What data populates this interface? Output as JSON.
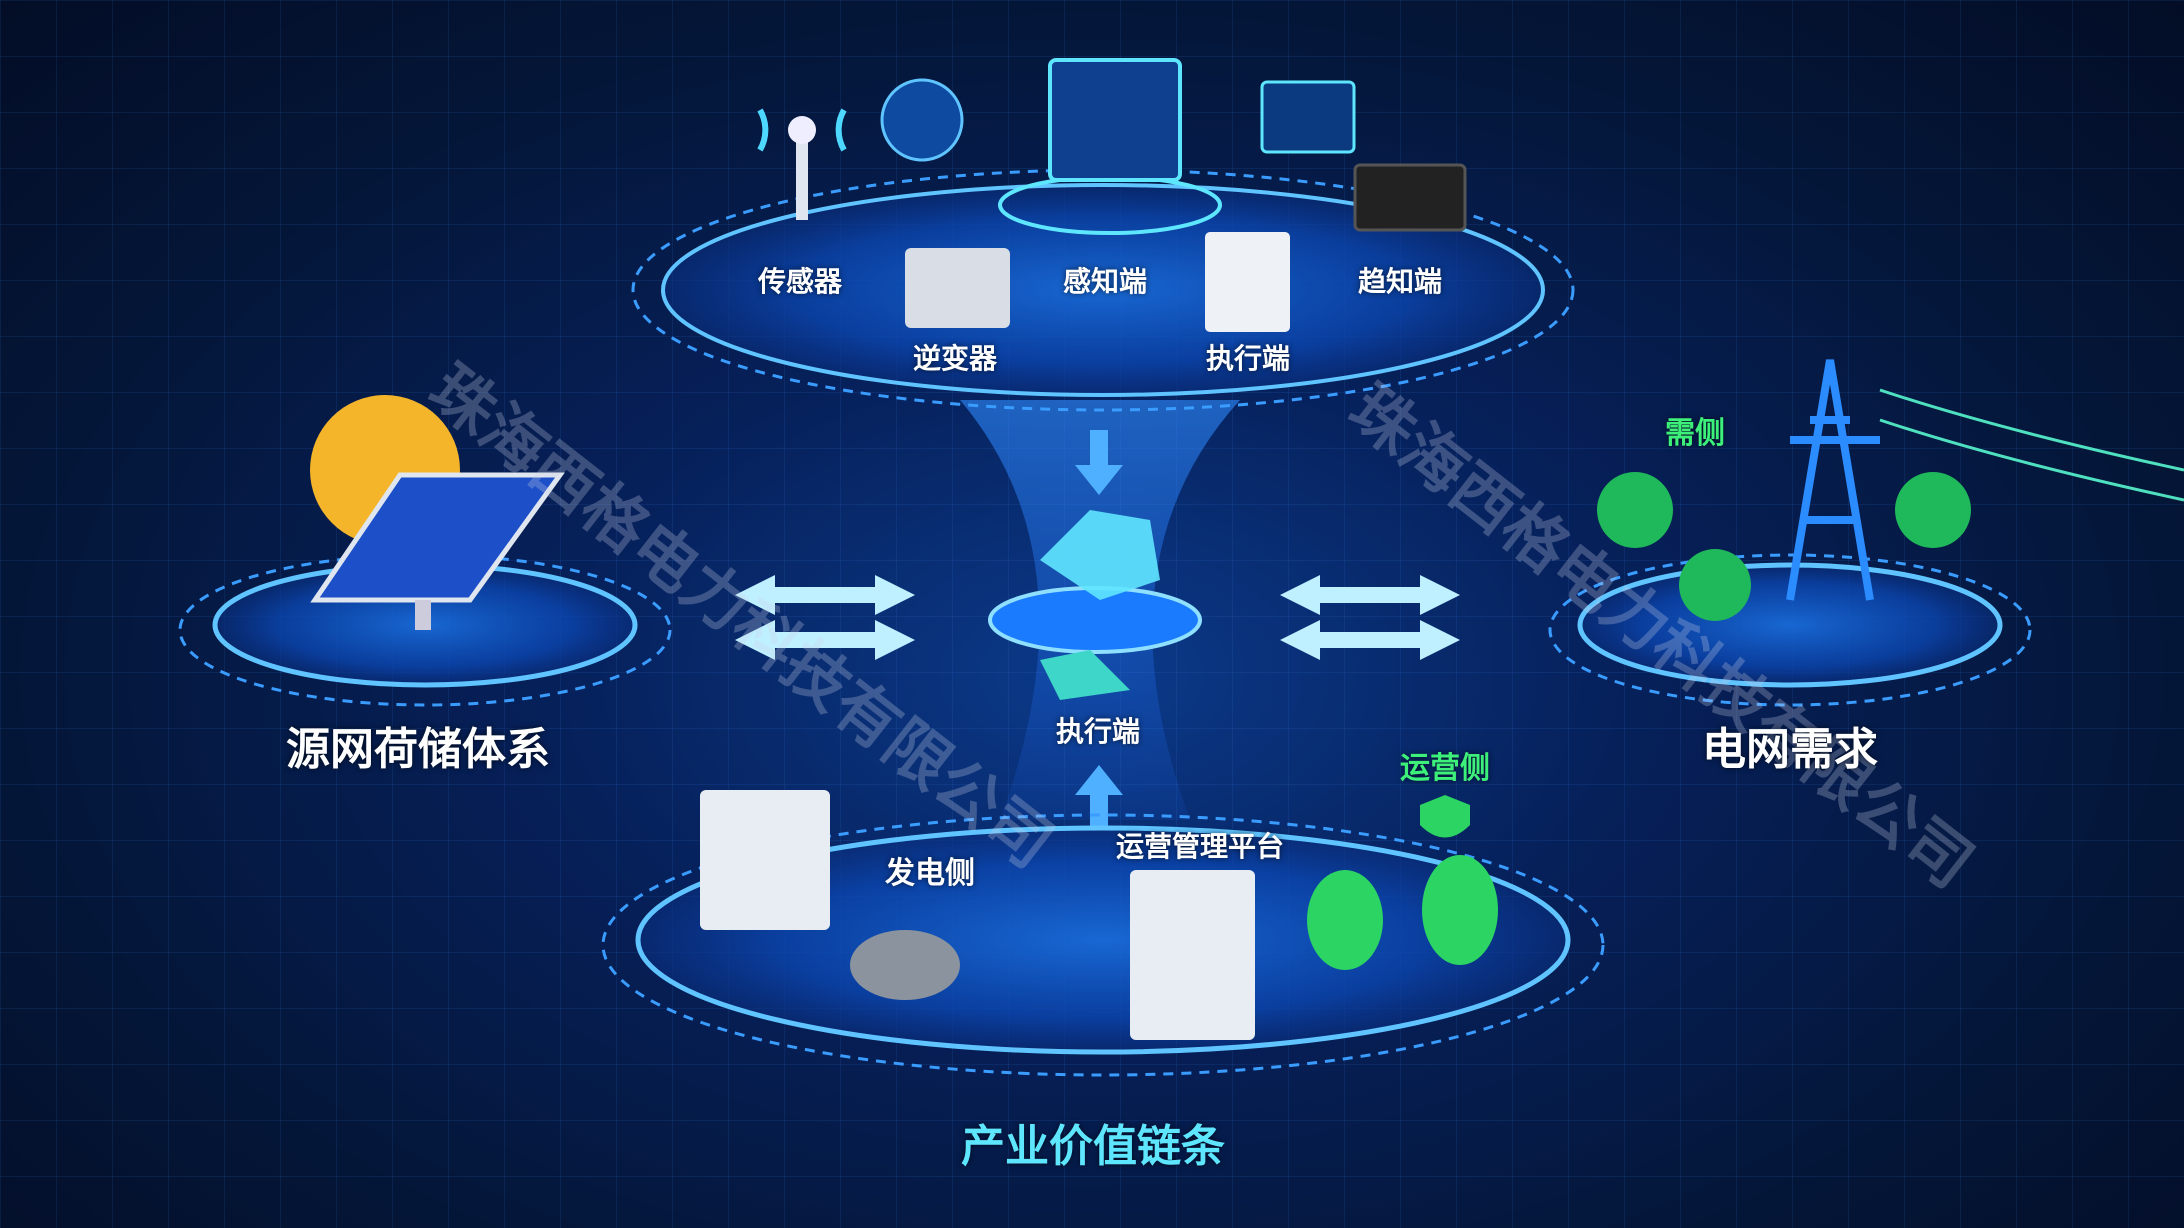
{
  "top_platform": {
    "sensor": "传感器",
    "perception": "感知端",
    "remote_perception": "趋知端",
    "inverter": "逆变器",
    "executor": "执行端"
  },
  "center": {
    "hub_label": "执行端"
  },
  "left": {
    "title": "源网荷储体系"
  },
  "right": {
    "title": "电网需求",
    "demand_side": "需侧"
  },
  "bottom": {
    "title": "产业价值链条",
    "generation_side": "发电侧",
    "platform": "运营管理平台",
    "operation_side": "运营侧"
  },
  "watermark": "珠海西格电力科技有限公司",
  "colors": {
    "accent": "#1e8bff",
    "green": "#3df07a",
    "cyan": "#5fe6ff"
  }
}
